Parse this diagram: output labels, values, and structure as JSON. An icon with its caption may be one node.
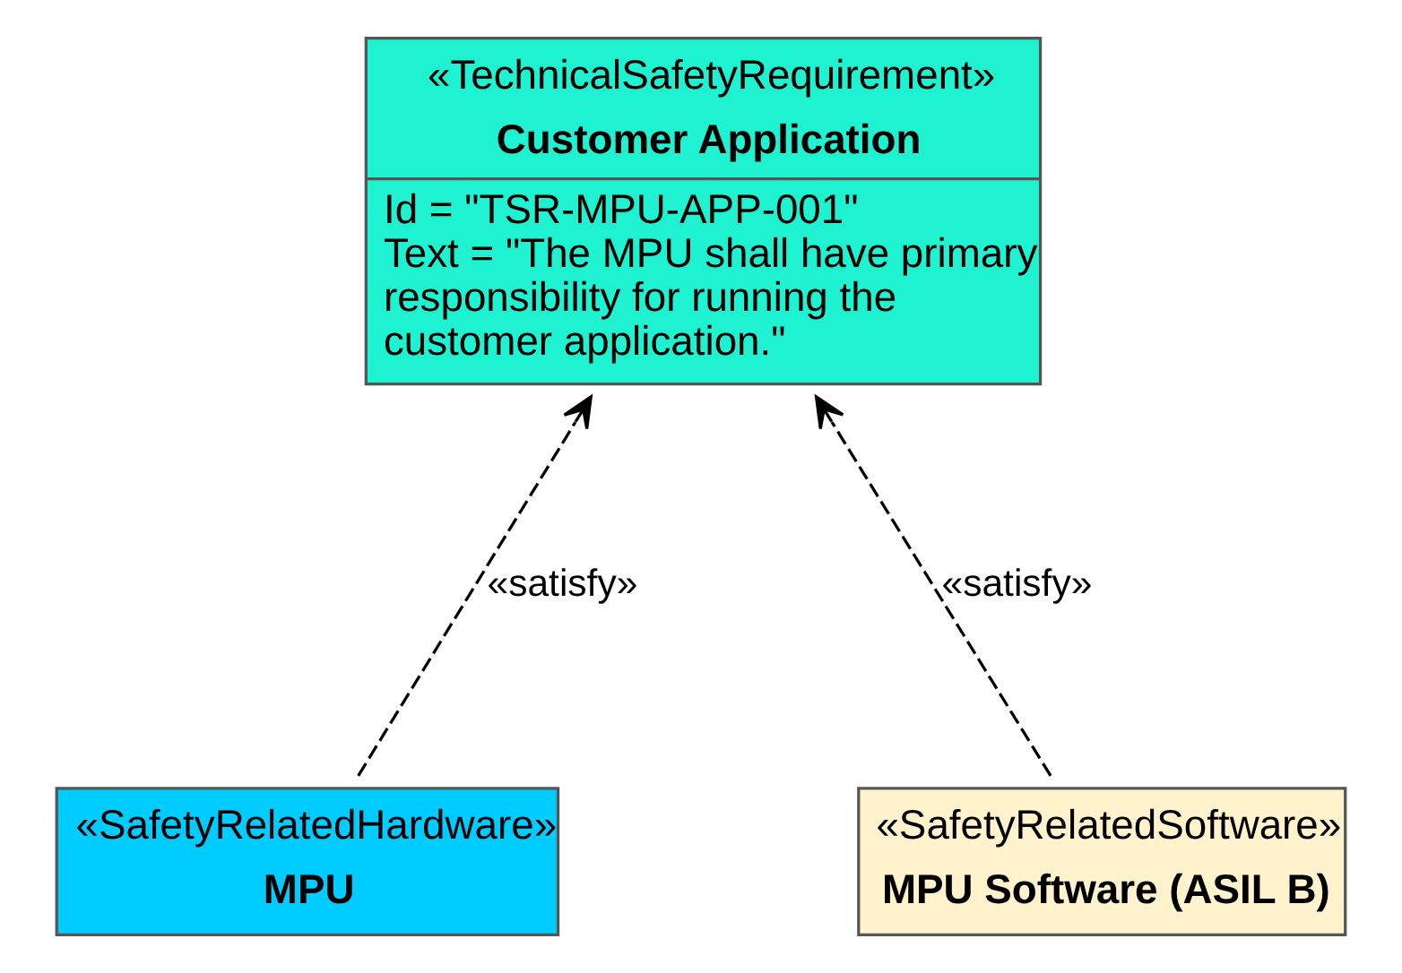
{
  "diagram": {
    "nodes": [
      {
        "text": [
          "«TechnicalSafetyRequirement»",
          "Customer Application",
          "Id = \"TSR-MPU-APP-001\"",
          "Text = \"The MPU shall have primary responsibility for running the customer application.\""
        ]
      },
      {
        "text": [
          "«SafetyRelatedHardware»",
          "MPU"
        ]
      },
      {
        "text": [
          "«SafetyRelatedSoftware»",
          "MPU Software (ASIL B)"
        ]
      }
    ],
    "edges": [
      {
        "from": 1,
        "to": 0,
        "arrow": "to",
        "label": "«satisfy»",
        "style": "dashed"
      },
      {
        "from": 2,
        "to": 0,
        "arrow": "to",
        "label": "«satisfy»",
        "style": "dashed"
      }
    ]
  }
}
